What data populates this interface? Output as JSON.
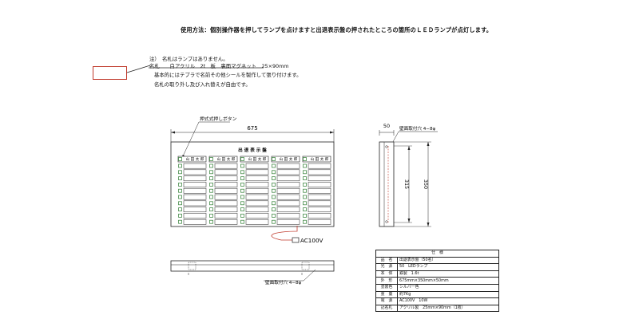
{
  "usage": "使用方法：個別操作器を押してランプを点けますと出退表示盤の押されたところの箇所のＬＥＤランプが点灯します。",
  "notes": {
    "line1": "注）　名札はランプはありません。",
    "line2": "名札　　白アクリル　2t　板　裏面マグネット　25×90mm",
    "line3": "基本的にはテプラで名前その他シールを製作して張り付けます。",
    "line4": "名札の取り外し及び入れ替えが自由です。"
  },
  "front": {
    "width_dim": "675",
    "push_button_label": "押式式押しボタン",
    "panel_title": "出 退 表 示 盤",
    "column_header": "山 田 太 郎",
    "columns": 5,
    "rows_per_column": 10,
    "power_label": "AC100V",
    "lamp_color": "#2e7d32",
    "title_color": "#c0392b",
    "cable_color": "#c0392b"
  },
  "side": {
    "depth_dim": "50",
    "hole_label": "壁面取付穴 4−8φ",
    "inner_height": "315",
    "outer_height": "350"
  },
  "bottom": {
    "hole_label": "壁面取付穴 4−8φ"
  },
  "spec": {
    "header": "仕　様",
    "rows": [
      {
        "k": "品　名",
        "v": "出退表示盤（50名）"
      },
      {
        "k": "光　源",
        "v": "50　LEDランプ"
      },
      {
        "k": "本　体",
        "v": "鉄製　1.6t"
      },
      {
        "k": "外　形",
        "v": "675mm×350mm×50mm"
      },
      {
        "k": "塗装色",
        "v": "シルバー色"
      },
      {
        "k": "重　量",
        "v": "約7Kg"
      },
      {
        "k": "電　源",
        "v": "AC100V　10W"
      },
      {
        "k": "記名札",
        "v": "アクリル製　25mm×90mm（1枚）"
      }
    ]
  }
}
